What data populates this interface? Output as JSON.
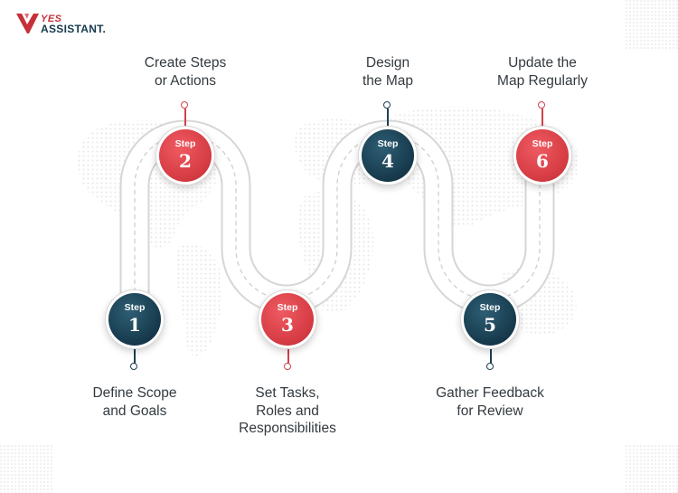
{
  "brand": {
    "line1": "YES",
    "line2": "ASSISTANT",
    "suffix": "."
  },
  "steps": [
    {
      "word": "Step",
      "number": "1",
      "label_lines": [
        "Define Scope",
        "and Goals"
      ],
      "color": "#16394b"
    },
    {
      "word": "Step",
      "number": "2",
      "label_lines": [
        "Create Steps",
        "or Actions"
      ],
      "color": "#d63c44"
    },
    {
      "word": "Step",
      "number": "3",
      "label_lines": [
        "Set Tasks,",
        "Roles and",
        "Responsibilities"
      ],
      "color": "#d63c44"
    },
    {
      "word": "Step",
      "number": "4",
      "label_lines": [
        "Design",
        "the Map"
      ],
      "color": "#16394b"
    },
    {
      "word": "Step",
      "number": "5",
      "label_lines": [
        "Gather Feedback",
        "for Review"
      ],
      "color": "#16394b"
    },
    {
      "word": "Step",
      "number": "6",
      "label_lines": [
        "Update the",
        "Map Regularly"
      ],
      "color": "#d63c44"
    }
  ]
}
